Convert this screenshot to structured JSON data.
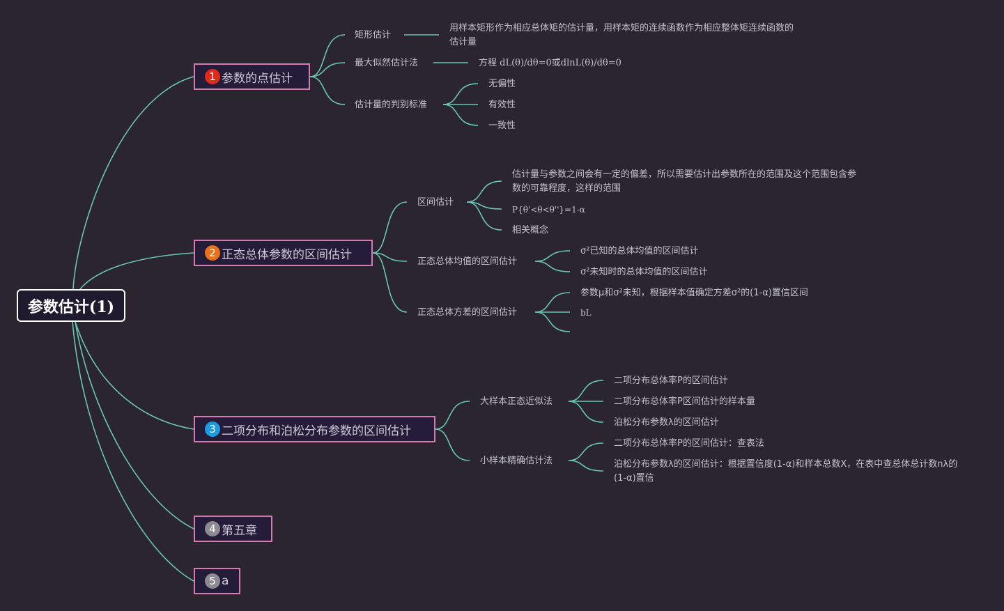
{
  "root": {
    "label": "参数估计(1)"
  },
  "branches": [
    {
      "number": "1",
      "label": "参数的点估计",
      "color": "#e02a1c",
      "children": [
        {
          "label": "矩形估计",
          "children": [
            {
              "label": "用样本矩形作为相应总体矩的估计量，用样本矩的连续函数作为相应整体矩连续函数的估计量"
            }
          ]
        },
        {
          "label": "最大似然估计法",
          "children": [
            {
              "label": "方程 dL(θ)/dθ=0或dlnL(θ)/dθ=0"
            }
          ]
        },
        {
          "label": "估计量的判别标准",
          "children": [
            {
              "label": "无偏性"
            },
            {
              "label": "有效性"
            },
            {
              "label": "一致性"
            }
          ]
        }
      ]
    },
    {
      "number": "2",
      "label": "正态总体参数的区间估计",
      "color": "#e8711c",
      "children": [
        {
          "label": "区间估计",
          "children": [
            {
              "label": "估计量与参数之间会有一定的偏差，所以需要估计出参数所在的范围及这个范围包含参数的可靠程度，这样的范围"
            },
            {
              "label": "P{θ'<θ<θ''}=1-α"
            },
            {
              "label": "相关概念"
            }
          ]
        },
        {
          "label": "正态总体均值的区间估计",
          "children": [
            {
              "label": "σ²已知的总体均值的区间估计"
            },
            {
              "label": "σ²未知时的总体均值的区间估计"
            }
          ]
        },
        {
          "label": "正态总体方差的区间估计",
          "children": [
            {
              "label": "参数μ和σ²未知，根据样本值确定方差σ²的(1-α)置信区间"
            },
            {
              "label": "bL"
            },
            {
              "label": ""
            }
          ]
        }
      ]
    },
    {
      "number": "3",
      "label": "二项分布和泊松分布参数的区间估计",
      "color": "#1e9be0",
      "children": [
        {
          "label": "大样本正态近似法",
          "children": [
            {
              "label": "二项分布总体率P的区间估计"
            },
            {
              "label": "二项分布总体率P区间估计的样本量"
            },
            {
              "label": "泊松分布参数λ的区间估计"
            }
          ]
        },
        {
          "label": "小样本精确估计法",
          "children": [
            {
              "label": "二项分布总体率P的区间估计：查表法"
            },
            {
              "label": "泊松分布参数λ的区间估计：根据置信度(1-α)和样本总数X，在表中查总体总计数nλ的(1-α)置信"
            }
          ]
        }
      ]
    },
    {
      "number": "4",
      "label": "第五章",
      "color": "#8e8a92",
      "children": []
    },
    {
      "number": "5",
      "label": "a",
      "color": "#8e8a92",
      "children": []
    }
  ],
  "colors": {
    "background": "#2b2530",
    "edge": "#69c5b5",
    "branch_border": "#d57bb0",
    "root_border": "#ffffff"
  }
}
